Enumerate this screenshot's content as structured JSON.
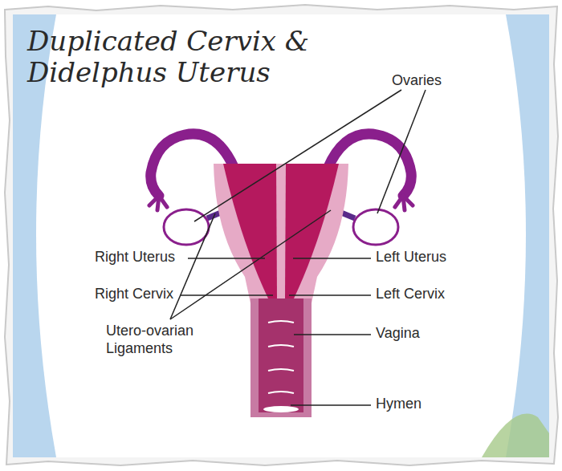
{
  "diagram": {
    "title": "Duplicated Cervix & Didelphus Uterus",
    "labels": [
      "Ovaries",
      "Right Uterus",
      "Right Cervix",
      "Utero-ovarian Ligaments",
      "Left Uterus",
      "Left Cervix",
      "Vagina",
      "Hymen"
    ]
  }
}
